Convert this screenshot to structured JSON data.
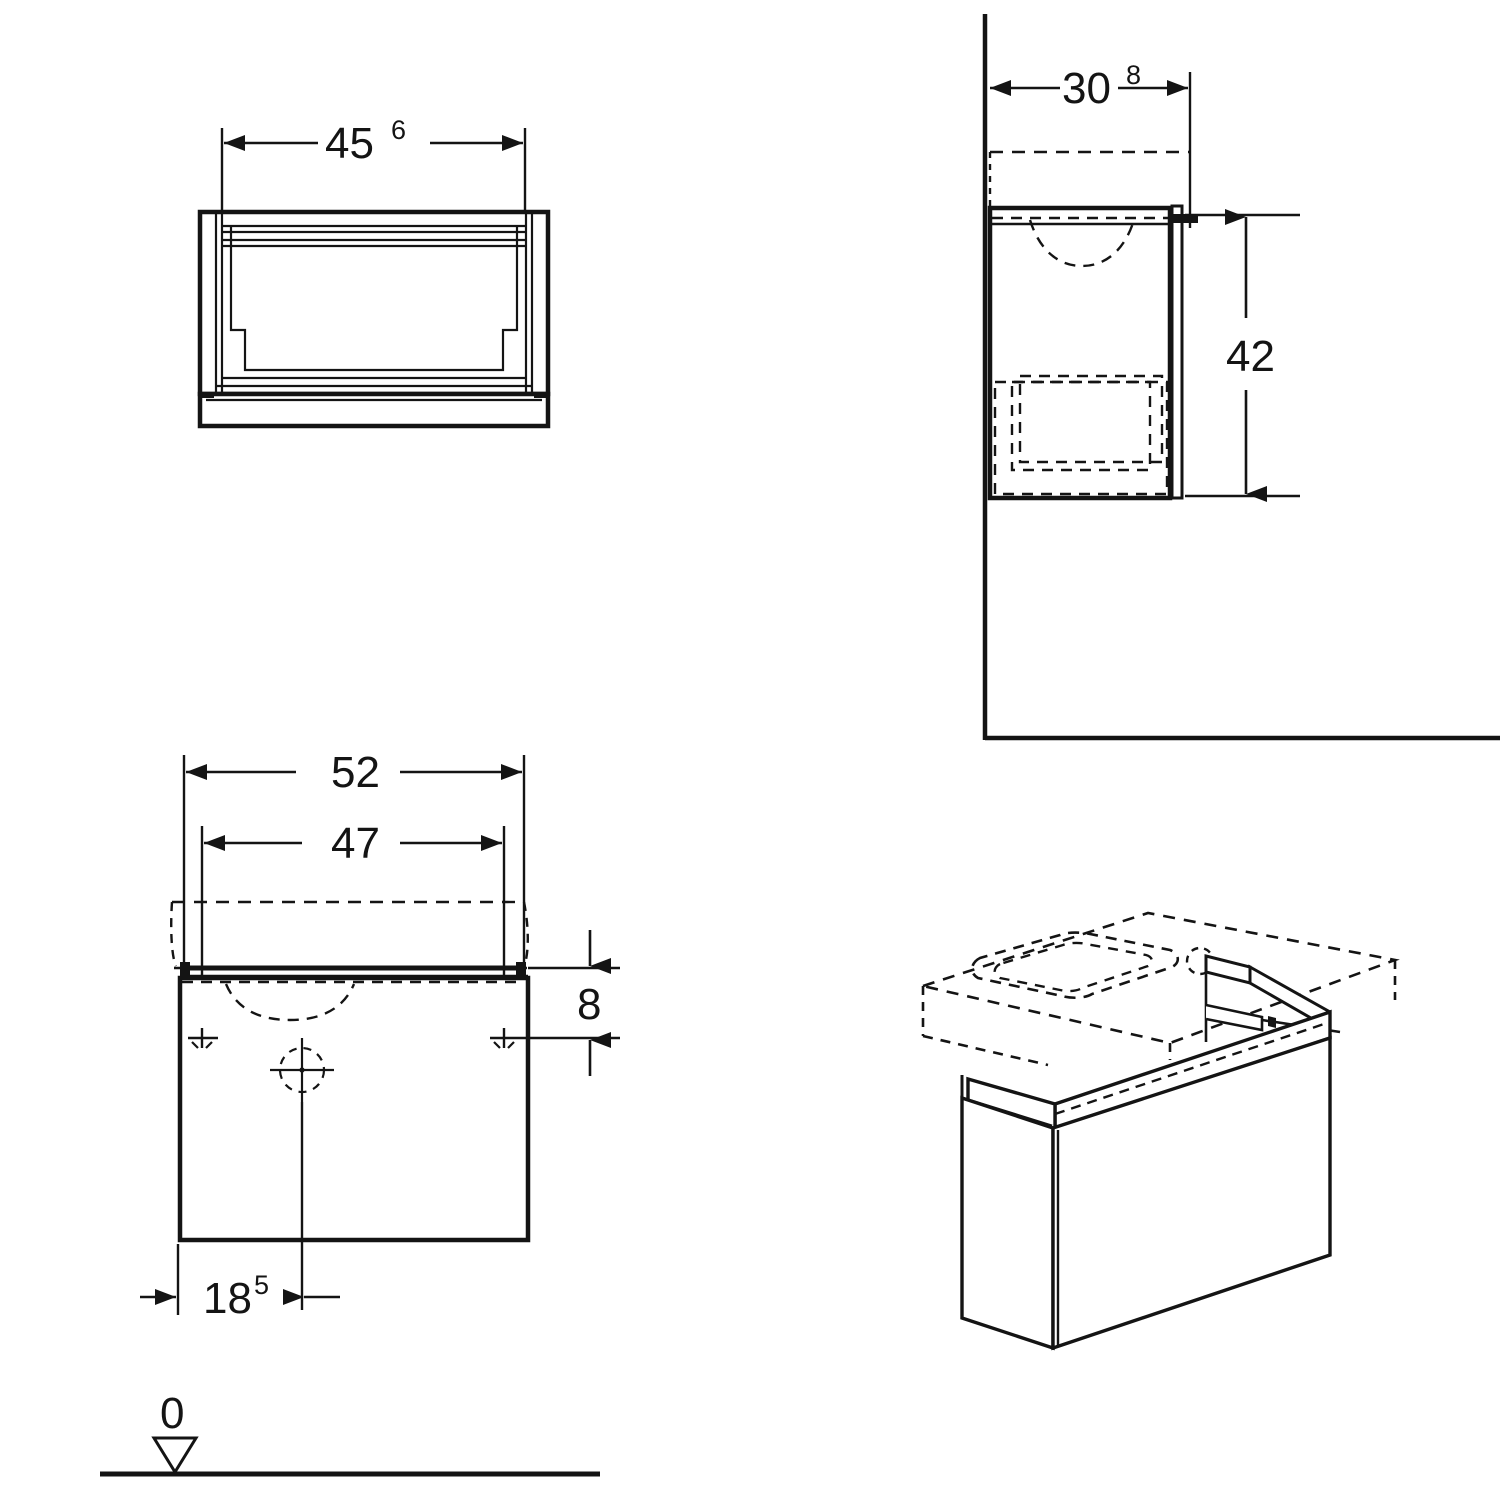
{
  "drawing": {
    "type": "technical-dimension-drawing",
    "subject": "wall-hung washbasin vanity cabinet with one drawer",
    "units": "cm",
    "line_color": "#141414",
    "background_color": "#ffffff",
    "views": [
      {
        "id": "top-left-view",
        "name": "front-elevation-open-drawer",
        "position": "top-left"
      },
      {
        "id": "top-right-view",
        "name": "side-elevation-section",
        "position": "top-right"
      },
      {
        "id": "bottom-left-view",
        "name": "front-elevation-with-mounting",
        "position": "bottom-left"
      },
      {
        "id": "bottom-right-view",
        "name": "isometric-perspective",
        "position": "bottom-right"
      }
    ]
  },
  "dimensions": {
    "width_open_drawer": {
      "value": "45",
      "superscript": "6",
      "label": "45⁶",
      "view": "top-left-view"
    },
    "depth": {
      "value": "30",
      "superscript": "8",
      "label": "30⁸",
      "view": "top-right-view"
    },
    "height": {
      "value": "42",
      "superscript": "",
      "label": "42",
      "view": "top-right-view"
    },
    "outer_width": {
      "value": "52",
      "superscript": "",
      "label": "52",
      "view": "bottom-left-view"
    },
    "mounting_width": {
      "value": "47",
      "superscript": "",
      "label": "47",
      "view": "bottom-left-view"
    },
    "top_offset": {
      "value": "8",
      "superscript": "",
      "label": "8",
      "view": "bottom-left-view"
    },
    "waste_offset": {
      "value": "18",
      "superscript": "5",
      "label": "18⁵",
      "view": "bottom-left-view"
    }
  },
  "datum": {
    "label": "0",
    "symbol": "inverted-triangle",
    "description": "floor reference level"
  }
}
